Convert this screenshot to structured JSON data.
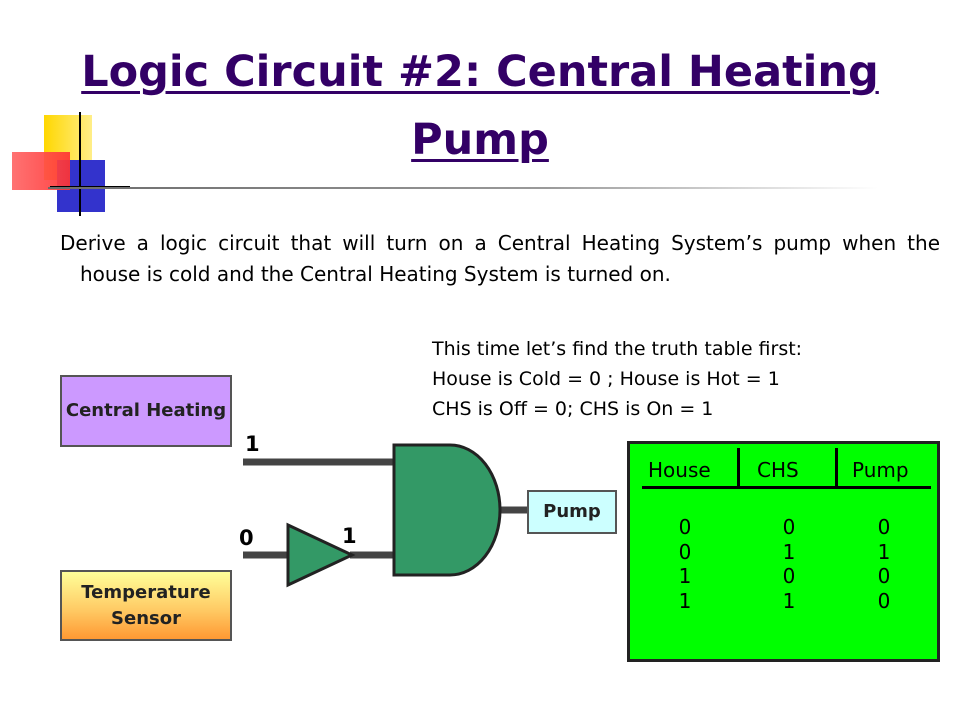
{
  "slide": {
    "title": "Logic Circuit #2: Central Heating Pump",
    "intro": "Derive a logic circuit that will turn on a Central Heating System’s pump when the house is cold and the Central Heating System is turned on."
  },
  "note": {
    "line1": "This time let’s find the truth table first:",
    "line2": "House is Cold = 0 ; House is Hot = 1",
    "line3": "CHS is Off = 0; CHS is On = 1"
  },
  "circuit": {
    "heating_label": "Central Heating",
    "sensor_label": "Temperature Sensor",
    "pump_label": "Pump",
    "signal_heating": "1",
    "signal_sensor": "0",
    "signal_inverted": "1",
    "gate_color": "#339966",
    "heating_color": "#cc99ff",
    "pump_color": "#ccffff"
  },
  "truth_table": {
    "headers": [
      "House",
      "CHS",
      "Pump"
    ],
    "house": [
      "0",
      "0",
      "1",
      "1"
    ],
    "chs": [
      "0",
      "1",
      "0",
      "1"
    ],
    "pump": [
      "0",
      "1",
      "0",
      "0"
    ],
    "background": "#00ff00"
  }
}
